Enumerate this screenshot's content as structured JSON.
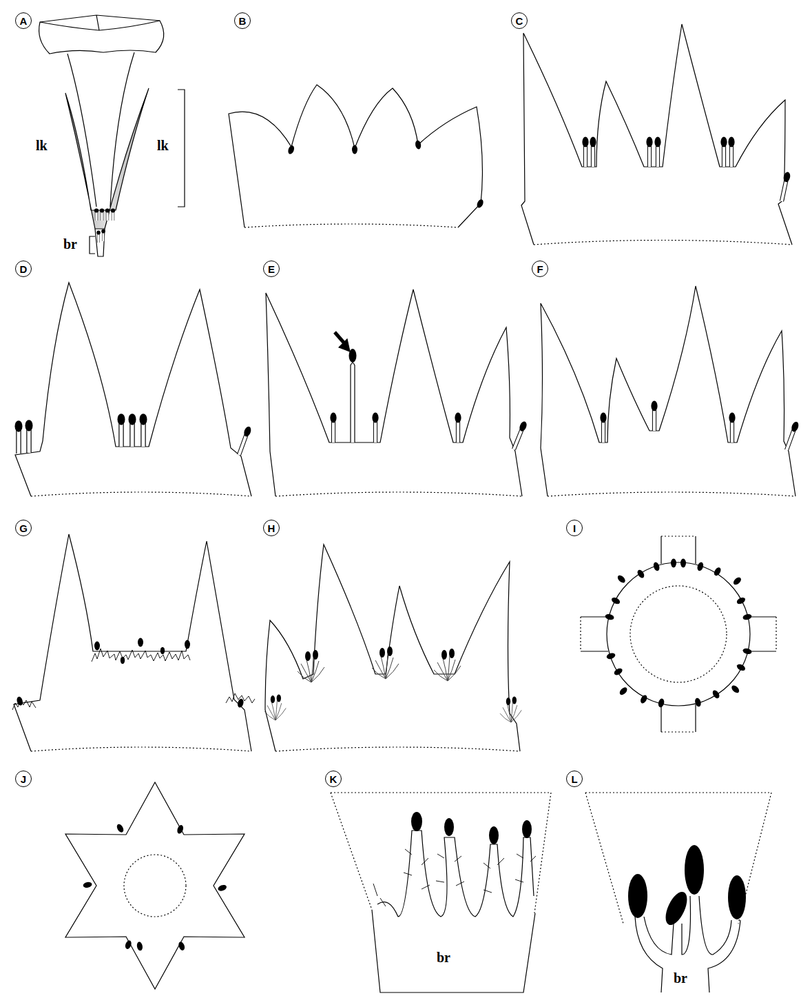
{
  "diagram": {
    "nodes": [
      {
        "text": [
          "A"
        ]
      },
      {
        "text": [
          "B"
        ]
      },
      {
        "text": [
          "C"
        ]
      },
      {
        "text": [
          "D"
        ]
      },
      {
        "text": [
          "E"
        ]
      },
      {
        "text": [
          "F"
        ]
      },
      {
        "text": [
          "G"
        ]
      },
      {
        "text": [
          "H"
        ]
      },
      {
        "text": [
          "I"
        ]
      },
      {
        "text": [
          "J"
        ]
      },
      {
        "text": [
          "K"
        ]
      },
      {
        "text": [
          "L"
        ]
      }
    ],
    "labels": [
      "lk",
      "lk",
      "br",
      "br",
      "br"
    ]
  }
}
